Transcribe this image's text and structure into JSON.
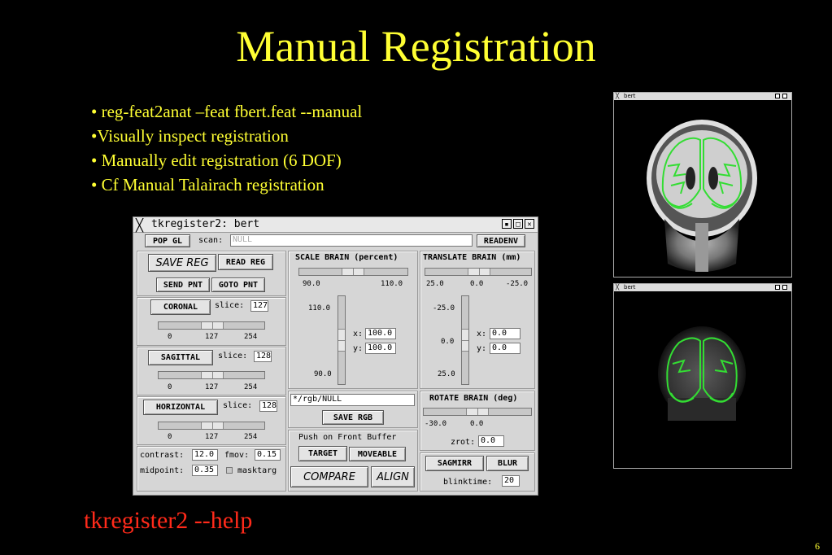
{
  "slide": {
    "title": "Manual Registration",
    "bullets": [
      "• reg-feat2anat –feat fbert.feat --manual",
      "•Visually inspect registration",
      "• Manually edit registration (6 DOF)",
      "• Cf Manual Talairach registration"
    ],
    "help_text": "tkregister2 --help",
    "page_number": "6"
  },
  "window": {
    "title": "tkregister2: bert",
    "pop_gl": "POP GL",
    "scan_label": "scan:",
    "scan_value": "NULL",
    "readenv": "READENV",
    "save_reg": "SAVE REG",
    "read_reg": "READ REG",
    "send_pnt": "SEND PNT",
    "goto_pnt": "GOTO PNT",
    "views": [
      {
        "button": "CORONAL",
        "slice_label": "slice:",
        "slice_value": "127",
        "ticks": [
          "0",
          "127",
          "254"
        ]
      },
      {
        "button": "SAGITTAL",
        "slice_label": "slice:",
        "slice_value": "128",
        "ticks": [
          "0",
          "127",
          "254"
        ]
      },
      {
        "button": "HORIZONTAL",
        "slice_label": "slice:",
        "slice_value": "128",
        "ticks": [
          "0",
          "127",
          "254"
        ]
      }
    ],
    "contrast_label": "contrast:",
    "contrast_value": "12.0",
    "fmov_label": "fmov:",
    "fmov_value": "0.15",
    "midpoint_label": "midpoint:",
    "midpoint_value": "0.35",
    "masktarg_label": "masktarg",
    "scale": {
      "heading": "SCALE BRAIN (percent)",
      "h_ticks": [
        "90.0",
        "110.0"
      ],
      "v_ticks": [
        "110.0",
        "90.0"
      ],
      "x_label": "x:",
      "x_value": "100.0",
      "y_label": "y:",
      "y_value": "100.0"
    },
    "translate": {
      "heading": "TRANSLATE BRAIN (mm)",
      "h_ticks": [
        "25.0",
        "0.0",
        "-25.0"
      ],
      "v_ticks": [
        "-25.0",
        "0.0",
        "25.0"
      ],
      "x_label": "x:",
      "x_value": "0.0",
      "y_label": "y:",
      "y_value": "0.0"
    },
    "rgb_path": "*/rgb/NULL",
    "save_rgb": "SAVE RGB",
    "front_buffer_label": "Push on Front Buffer",
    "target": "TARGET",
    "moveable": "MOVEABLE",
    "compare": "COMPARE",
    "align": "ALIGN",
    "rotate": {
      "heading": "ROTATE BRAIN (deg)",
      "ticks": [
        "-30.0",
        "0.0"
      ],
      "zrot_label": "zrot:",
      "zrot_value": "0.0"
    },
    "sagmirr": "SAGMIRR",
    "blur": "BLUR",
    "blinktime_label": "blinktime:",
    "blinktime_value": "20"
  },
  "bert_windows": [
    {
      "title": "bert"
    },
    {
      "title": "bert"
    }
  ],
  "colors": {
    "title": "#ffff33",
    "help": "#ff2a1a",
    "overlay": "#33dd33"
  }
}
